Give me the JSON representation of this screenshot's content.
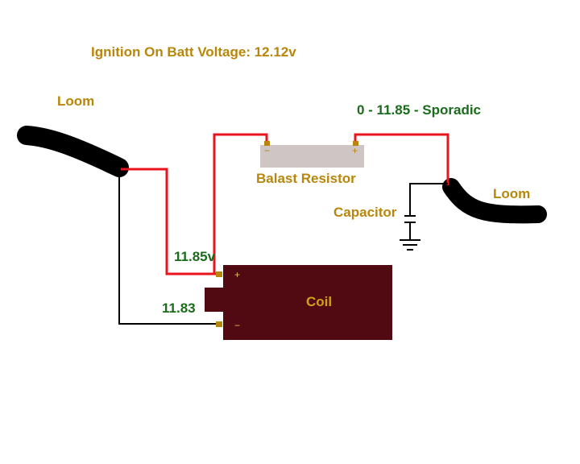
{
  "title": "Ignition On Batt Voltage: 12.12v",
  "labels": {
    "loom_left": "Loom",
    "loom_right": "Loom",
    "reading_resistor": "0 - 11.85 - Sporadic",
    "resistor": "Balast Resistor",
    "capacitor": "Capacitor",
    "reading_coil_pos": "11.85v",
    "reading_coil_neg": "11.83",
    "coil": "Coil",
    "resistor_neg_sign": "−",
    "resistor_pos_sign": "+",
    "coil_pos_sign": "+",
    "coil_neg_sign": "−"
  },
  "colors": {
    "label_gold": "#b8860b",
    "reading_green": "#1a6b1a",
    "wire_red": "#e8141e",
    "wire_black": "#000000",
    "loom": "#000000",
    "resistor_body": "#cfc5c5",
    "coil_body": "#510a12",
    "terminal": "#b8860b",
    "coil_text": "#d4a017",
    "coil_sign": "#e8c060",
    "resistor_sign": "#b8860b"
  }
}
